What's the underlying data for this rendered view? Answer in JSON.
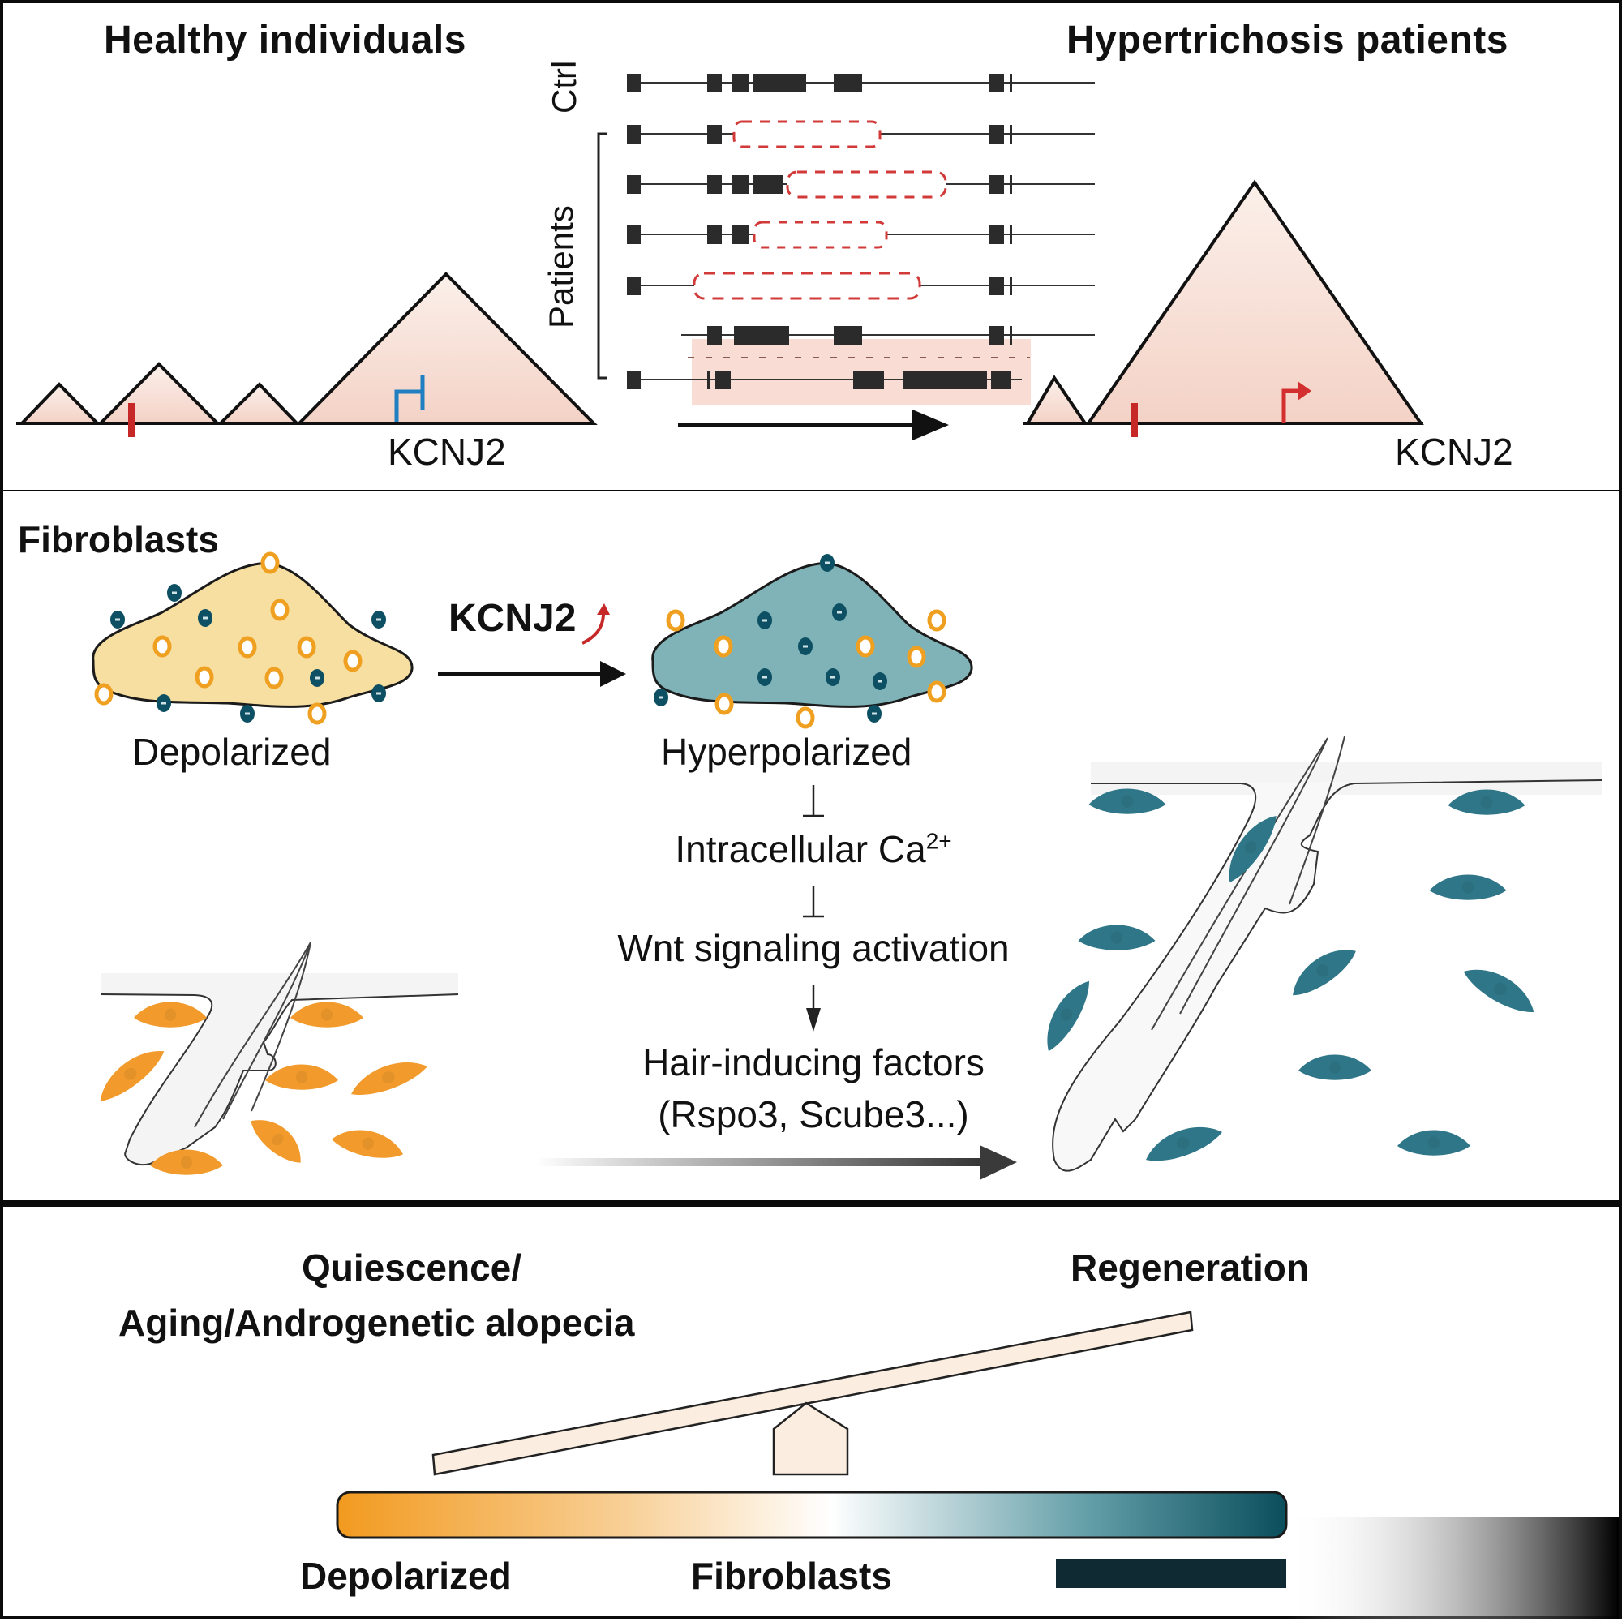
{
  "top_panel": {
    "left_title": "Healthy individuals",
    "right_title": "Hypertrichosis patients",
    "left_gene_label": "KCNJ2",
    "right_gene_label": "KCNJ2",
    "left_promoter_state": "repressed",
    "right_promoter_state": "active",
    "ctrl_label": "Ctrl",
    "patients_label": "Patients",
    "track_rows": [
      {
        "group": "Ctrl",
        "deletion": false
      },
      {
        "group": "Patients",
        "deletion": true
      },
      {
        "group": "Patients",
        "deletion": true
      },
      {
        "group": "Patients",
        "deletion": true
      },
      {
        "group": "Patients",
        "deletion": true
      },
      {
        "group": "Patients",
        "deletion": true,
        "type": "inversion-highlight"
      },
      {
        "group": "Patients",
        "deletion": false,
        "type": "rearranged"
      }
    ],
    "colors": {
      "tad_fill": "#f5d9cf",
      "deletion_outline": "#d23a3a",
      "exon": "#2b2b2b",
      "enhancer_mark": "#c62828",
      "repressed_promoter": "#1f7fc0",
      "active_promoter": "#d32f2f",
      "highlight": "#f8d7cc"
    }
  },
  "mid_panel": {
    "section_title": "Fibroblasts",
    "left_cell_label": "Depolarized",
    "right_cell_label": "Hyperpolarized",
    "arrow_label": "KCNJ2",
    "arrow_label_indicator": "up",
    "pathway": [
      {
        "text": "Intracellular Ca",
        "sup": "2+",
        "link_from_previous": "inhibits"
      },
      {
        "text": "Wnt signaling activation",
        "sup": "",
        "link_from_previous": "inhibits"
      },
      {
        "text": "Hair-inducing factors",
        "sup": "",
        "link_from_previous": "activates"
      },
      {
        "text": "(Rspo3, Scube3...)",
        "sup": "",
        "link_from_previous": ""
      }
    ],
    "colors": {
      "depolarized_cell": "#f6dfa1",
      "hyperpolarized_cell": "#7fb3b8",
      "orange_ion": "#f0a020",
      "teal_ion": "#0d4f63",
      "orange_fibroblast": "#f29b2c",
      "teal_fibroblast": "#2f7788"
    }
  },
  "bot_panel": {
    "left_label_line1": "Quiescence/",
    "left_label_line2": "Aging/Androgenetic alopecia",
    "right_label": "Regeneration",
    "scale_left_label": "Depolarized",
    "scale_mid_label": "Fibroblasts",
    "colors": {
      "gradient_start": "#f29a1f",
      "gradient_mid": "#ffffff",
      "gradient_end": "#0b4e5c",
      "seesaw": "#fbeee0"
    }
  }
}
